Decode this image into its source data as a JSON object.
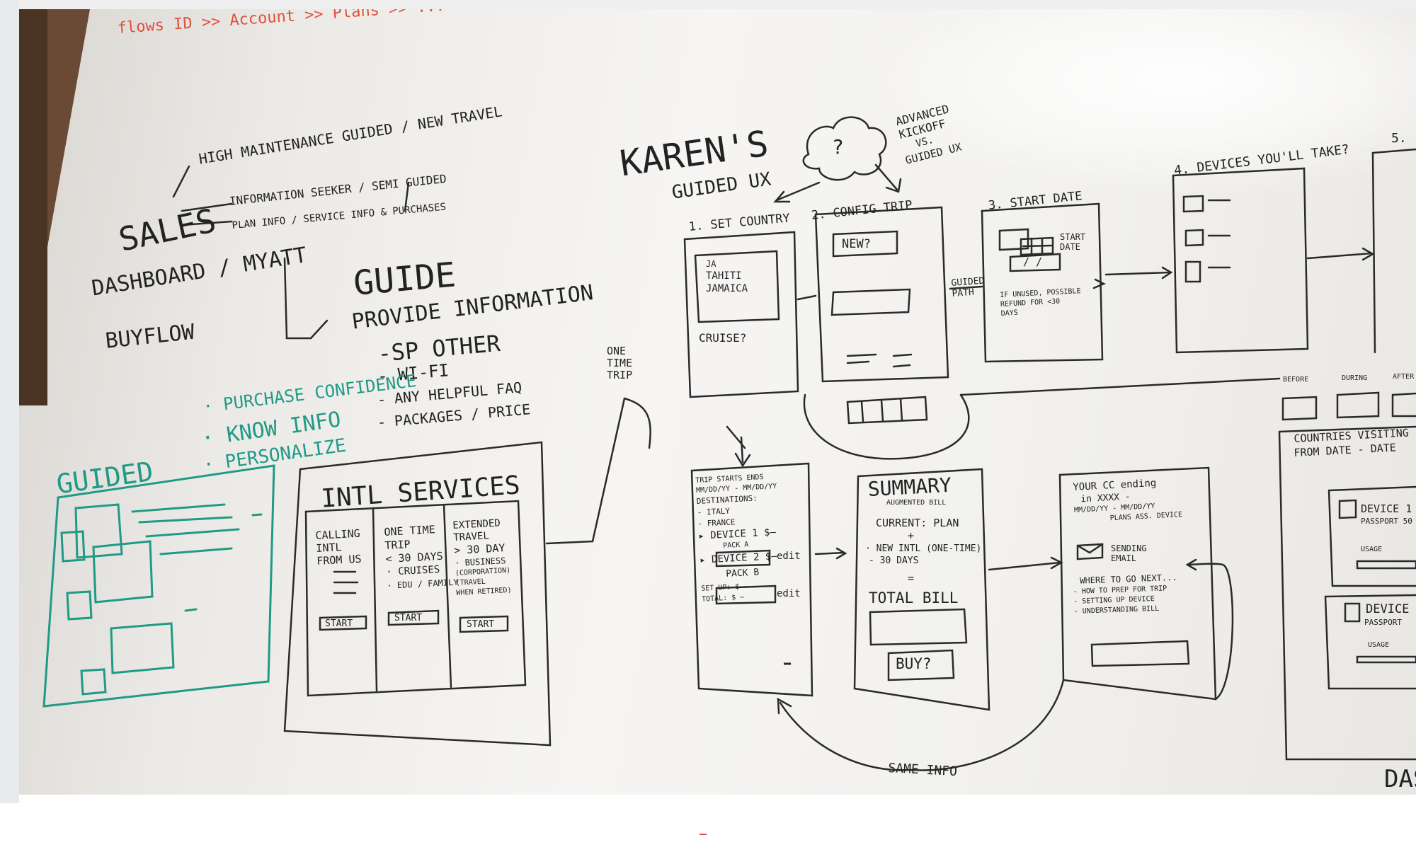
{
  "board": {
    "top_red_note": "flows ID >> Account >> Plans >> ...",
    "left": {
      "sales": "SALES",
      "high_maintenance": "HIGH MAINTENANCE GUIDED / NEW TRAVEL",
      "information_seeker": "INFORMATION SEEKER / SEMI GUIDED",
      "plan_info": "PLAN INFO / SERVICE INFO & PURCHASES",
      "dashboard": "DASHBOARD / MYATT",
      "buyflow": "BUYFLOW",
      "guide": "GUIDE",
      "provide_information": "PROVIDE INFORMATION",
      "sp_other": "-SP OTHER",
      "wifi": "- WI-FI",
      "faq": "- ANY HELPFUL FAQ",
      "packages": "- PACKAGES / PRICE",
      "purchase_confidence": "· PURCHASE CONFIDENCE",
      "know_info": "· KNOW INFO",
      "personalize": "· PERSONALIZE",
      "guided": "GUIDED"
    },
    "intl": {
      "title": "INTL SERVICES",
      "col1": [
        "CALLING",
        "INTL",
        "FROM US"
      ],
      "col2": [
        "ONE TIME",
        "TRIP",
        "< 30 DAYS",
        "· CRUISES",
        "· EDU / FAMILY"
      ],
      "col3": [
        "EXTENDED",
        "TRAVEL",
        "> 30 DAY",
        "· BUSINESS",
        "(CORPORATION)",
        "(TRAVEL",
        "WHEN RETIRED)"
      ],
      "start": "START",
      "one_time_trip": [
        "ONE",
        "TIME",
        "TRIP"
      ]
    },
    "guided_ux": {
      "title": "KAREN'S",
      "subtitle": "GUIDED UX",
      "cloud_mark": "?",
      "advanced": [
        "ADVANCED",
        "KICKOFF",
        "VS.",
        "GUIDED UX"
      ],
      "step1": "1. SET COUNTRY",
      "step1_list": [
        "JA",
        "TAHITI",
        "JAMAICA"
      ],
      "cruise": "CRUISE?",
      "step2": "2. CONFIG TRIP",
      "new": "NEW?",
      "guided_path": [
        "GUIDED",
        "PATH"
      ],
      "step3": "3. START DATE",
      "start_date": [
        "START",
        "DATE"
      ],
      "date_field": "/ /",
      "refund_note": [
        "IF UNUSED, POSSIBLE",
        "REFUND FOR <30",
        "DAYS"
      ],
      "step4": "4. DEVICES YOU'LL TAKE?",
      "step5": "5."
    },
    "review": {
      "trip_dates": "TRIP STARTS ENDS",
      "dates_value": "MM/DD/YY - MM/DD/YY",
      "destinations": "DESTINATIONS:",
      "dest_list": [
        "- ITALY",
        "- FRANCE"
      ],
      "device1": "▸ DEVICE 1  $—",
      "pack_a": "PACK A",
      "device2": "▸ DEVICE 2  $—",
      "pack_b": "PACK B",
      "edit": "edit",
      "setup": "SET UP: $ —",
      "total": "TOTAL: $ —",
      "same_info": "SAME INFO"
    },
    "summary": {
      "title": "SUMMARY",
      "subtitle": "AUGMENTED BILL",
      "current_plan": "CURRENT: PLAN",
      "plus": "+",
      "new_intl": "· NEW INTL (ONE-TIME)",
      "days": "- 30 DAYS",
      "equals": "=",
      "total_bill": "TOTAL BILL",
      "buy": "BUY?"
    },
    "confirmation": {
      "line1": "YOUR CC ending",
      "line2": "in XXXX -",
      "line3": "MM/DD/YY - MM/DD/YY",
      "line4": "PLANS ASS. DEVICE",
      "sending": [
        "SENDING",
        "EMAIL"
      ],
      "where_next": "WHERE TO GO NEXT...",
      "next_list": [
        "- HOW TO PREP FOR TRIP",
        "- SETTING UP DEVICE",
        "- UNDERSTANDING BILL"
      ]
    },
    "dashboard": {
      "tabs": [
        "BEFORE",
        "DURING",
        "AFTER"
      ],
      "countries": "COUNTRIES VISITING",
      "from_date": "FROM DATE - DATE",
      "device1": "DEVICE 1",
      "passport": "PASSPORT 50",
      "usage": "USAGE",
      "device2": "DEVICE",
      "passport2": "PASSPORT",
      "usage2": "USAGE",
      "label": "DAS"
    }
  }
}
